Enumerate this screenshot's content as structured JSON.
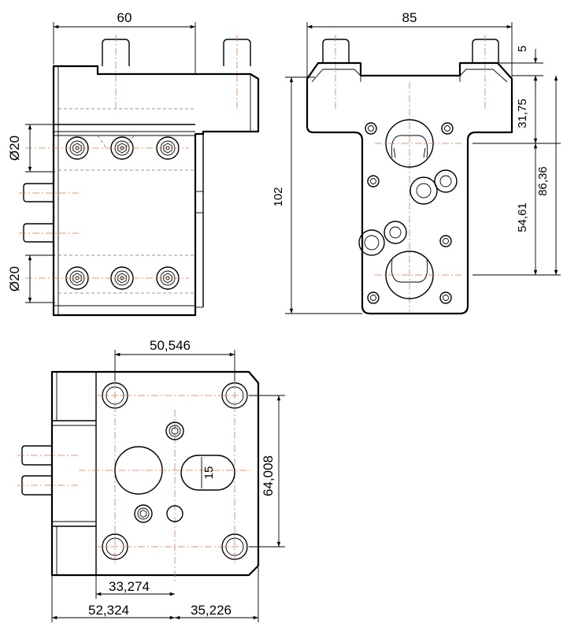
{
  "dimensions": {
    "side_width": "60",
    "front_width": "85",
    "stud_offset": "5",
    "front_height": "102",
    "upper_bore_offset": "31,75",
    "lower_bore_offset": "54,61",
    "lower_total": "86,36",
    "upper_bolt_pitch": "Ø20",
    "lower_bolt_pitch": "Ø20",
    "top_hole_spacing": "50,546",
    "top_hole_vertical": "64,008",
    "slot_width": "15",
    "bore_offset": "33,274",
    "left_to_center": "52,324",
    "center_to_right": "35,226"
  }
}
